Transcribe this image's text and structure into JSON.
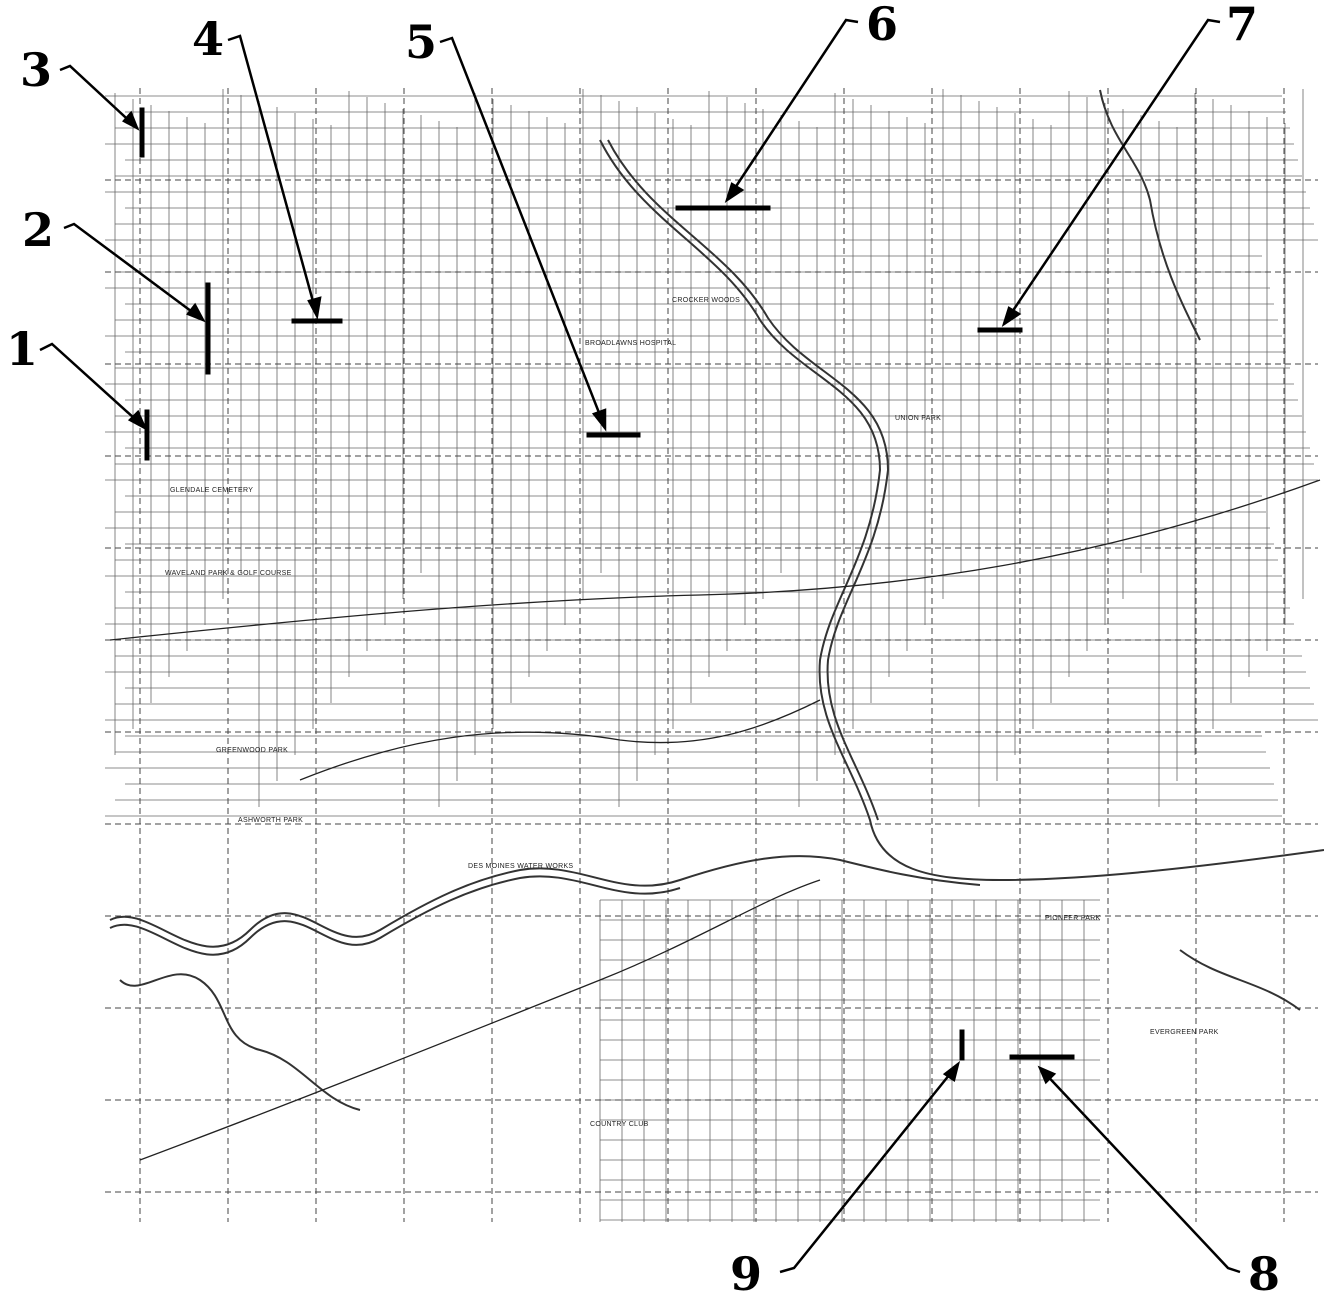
{
  "map": {
    "place_labels": [
      {
        "id": "glendale-cemetery",
        "text": "GLENDALE CEMETERY"
      },
      {
        "id": "waveland-park",
        "text": "WAVELAND PARK & GOLF COURSE"
      },
      {
        "id": "broadlawns-hospital",
        "text": "BROADLAWNS HOSPITAL"
      },
      {
        "id": "crocker-woods",
        "text": "CROCKER WOODS"
      },
      {
        "id": "union-park",
        "text": "UNION PARK"
      },
      {
        "id": "greenwood-park",
        "text": "GREENWOOD PARK"
      },
      {
        "id": "ashworth-park",
        "text": "ASHWORTH PARK"
      },
      {
        "id": "des-moines-water-works",
        "text": "DES MOINES WATER WORKS"
      },
      {
        "id": "pioneer-park",
        "text": "PIONEER PARK"
      },
      {
        "id": "evergreen-park",
        "text": "EVERGREEN PARK"
      },
      {
        "id": "country-club",
        "text": "COUNTRY CLUB"
      }
    ],
    "callouts": [
      {
        "id": "1",
        "label": "1"
      },
      {
        "id": "2",
        "label": "2"
      },
      {
        "id": "3",
        "label": "3"
      },
      {
        "id": "4",
        "label": "4"
      },
      {
        "id": "5",
        "label": "5"
      },
      {
        "id": "6",
        "label": "6"
      },
      {
        "id": "7",
        "label": "7"
      },
      {
        "id": "8",
        "label": "8"
      },
      {
        "id": "9",
        "label": "9"
      }
    ],
    "colors": {
      "ink": "#000000",
      "streets": "#555555",
      "river": "#333333",
      "background": "#ffffff"
    }
  }
}
